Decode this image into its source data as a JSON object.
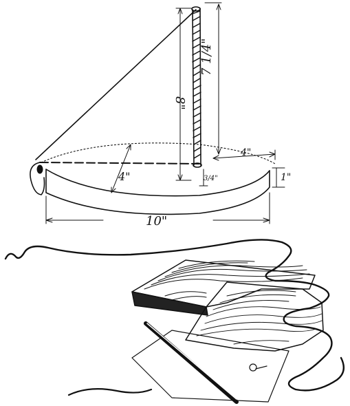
{
  "dimensions": {
    "mast_total": "8\"",
    "mast_above_deck": "7 1/4\"",
    "hull_width": "4\"",
    "rear_length": "4\"",
    "hull_thickness": "1\"",
    "mast_socket": "3/4\"",
    "hull_length": "10\""
  },
  "colors": {
    "ink": "#111111",
    "paper": "#ffffff"
  }
}
